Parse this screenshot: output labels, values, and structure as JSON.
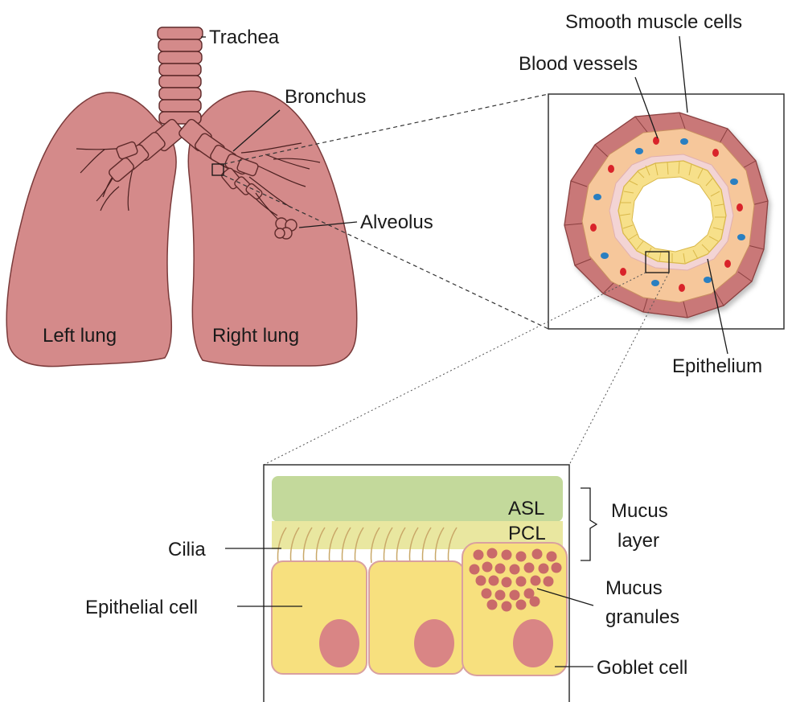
{
  "labels": {
    "trachea": "Trachea",
    "bronchus": "Bronchus",
    "alveolus": "Alveolus",
    "left_lung": "Left lung",
    "right_lung": "Right lung",
    "smooth_muscle": "Smooth muscle cells",
    "blood_vessels": "Blood vessels",
    "epithelium": "Epithelium",
    "asl": "ASL",
    "pcl": "PCL",
    "mucus_layer_1": "Mucus",
    "mucus_layer_2": "layer",
    "cilia": "Cilia",
    "epithelial_cell": "Epithelial cell",
    "mucus_granules_1": "Mucus",
    "mucus_granules_2": "granules",
    "goblet_cell": "Goblet cell"
  },
  "colors": {
    "lung": "#d48a8a",
    "muscle": "#c97a7a",
    "submucosa": "#f6c79b",
    "epithelium": "#f7e08a",
    "asl": "#c3d99b",
    "pcl": "#e9e7a0",
    "cell": "#f7e07e",
    "nucleus": "#d98585",
    "granule": "#c96a6a",
    "vessel_red": "#d9232a",
    "vessel_blue": "#2a7fc1"
  }
}
